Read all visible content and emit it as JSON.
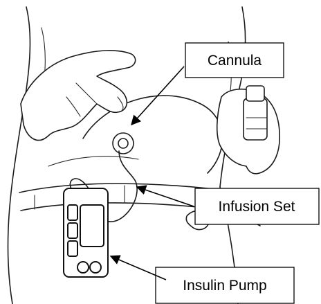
{
  "labels": {
    "cannula": "Cannula",
    "infusion_set": "Infusion Set",
    "insulin_pump": "Insulin Pump"
  },
  "colors": {
    "line": "#1a1a1a",
    "label_border": "#000000",
    "background": "#ffffff"
  }
}
